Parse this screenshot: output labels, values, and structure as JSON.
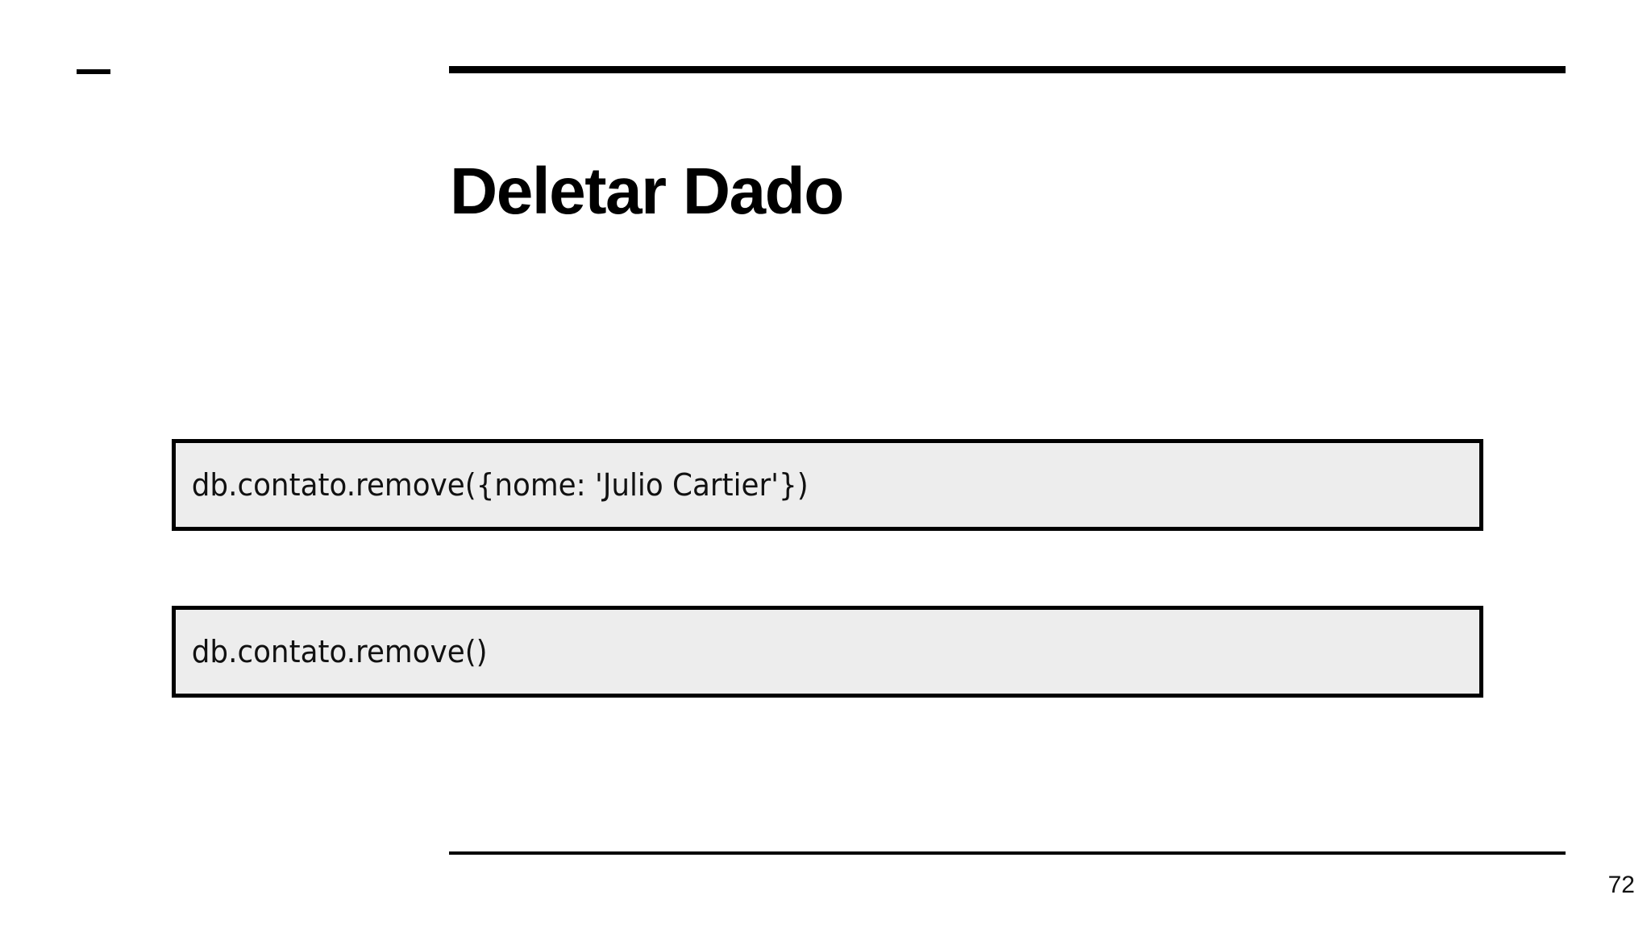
{
  "slide": {
    "title": "Deletar Dado",
    "page_number": "72",
    "marks": {
      "corner_dash": "dash-mark",
      "top_rule": "horizontal-rule",
      "bottom_rule": "horizontal-rule"
    },
    "theme": {
      "background": "#ffffff",
      "ink": "#000000",
      "code_fill": "#ededed",
      "code_border": "#000000",
      "code_text": "#111111"
    },
    "code_blocks": [
      {
        "label": "remove-with-query",
        "code": "db.contato.remove({nome: 'Julio Cartier'})"
      },
      {
        "label": "remove-all",
        "code": "db.contato.remove()"
      }
    ]
  }
}
